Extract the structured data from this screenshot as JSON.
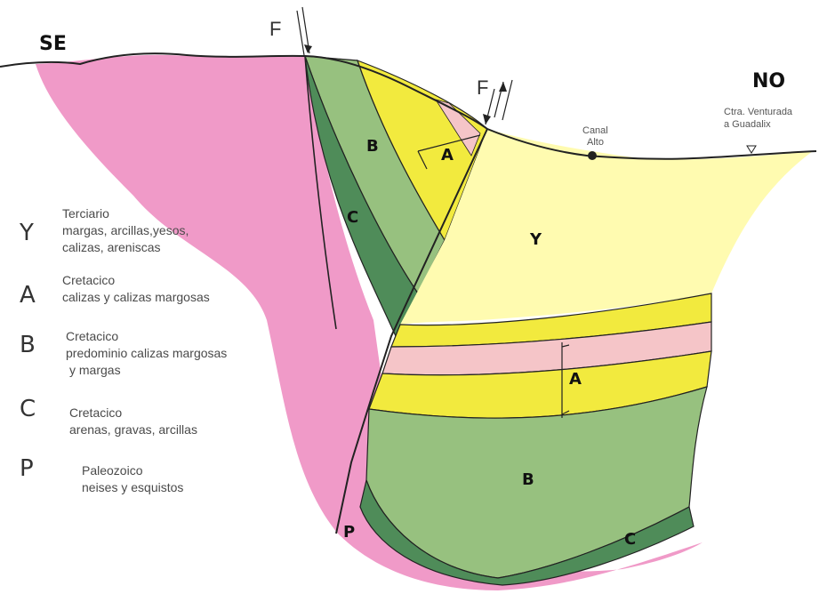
{
  "directions": {
    "left": "SE",
    "right": "NO"
  },
  "fault_label": "F",
  "surface_labels": {
    "canal_line1": "Canal",
    "canal_line2": "Alto",
    "road_line1": "Ctra. Venturada",
    "road_line2": "a Guadalix"
  },
  "legend": [
    {
      "letter": "Y",
      "lines": [
        "Terciario",
        "margas, arcillas,yesos,",
        "calizas, areniscas"
      ]
    },
    {
      "letter": "A",
      "lines": [
        "Cretacico",
        "calizas y calizas margosas"
      ]
    },
    {
      "letter": "B",
      "lines": [
        "Cretacico",
        "predominio calizas margosas",
        "y margas"
      ]
    },
    {
      "letter": "C",
      "lines": [
        "Cretacico",
        "arenas, gravas, arcillas"
      ]
    },
    {
      "letter": "P",
      "lines": [
        "Paleozoico",
        "neises y esquistos"
      ]
    }
  ],
  "unit_labels": {
    "Y": "Y",
    "A": "A",
    "B": "B",
    "C": "C",
    "P": "P"
  },
  "colors": {
    "paleozoic_pink": "#f09ac8",
    "tertiary_pale_yellow": "#fffbb0",
    "cretaceous_A_yellow": "#f2ea3e",
    "cretaceous_A_pink": "#f5c5c8",
    "cretaceous_B_green": "#97c17f",
    "cretaceous_C_darkgreen": "#4f8c59",
    "line": "#222222"
  }
}
